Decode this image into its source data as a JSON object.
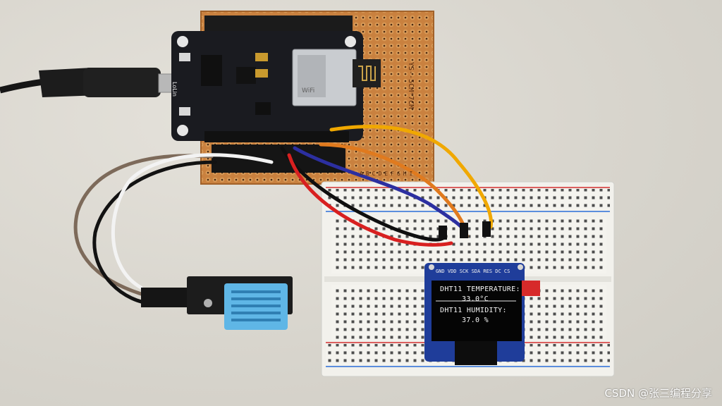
{
  "oled": {
    "pins": "GND VDD SCK SDA RES DC CS",
    "line1": "DHT11 TEMPERATURE:",
    "line2": "33.0°C",
    "line3": "DHT11 HUMIDITY:",
    "line4": "37.0 %"
  },
  "pcb": {
    "label": "YS--5CM*7CM",
    "rows": "ABCDEFGHI"
  },
  "nodemcu": {
    "brand": "LoLin",
    "module": "WiFi"
  },
  "watermark": "CSDN @张三编程分享"
}
